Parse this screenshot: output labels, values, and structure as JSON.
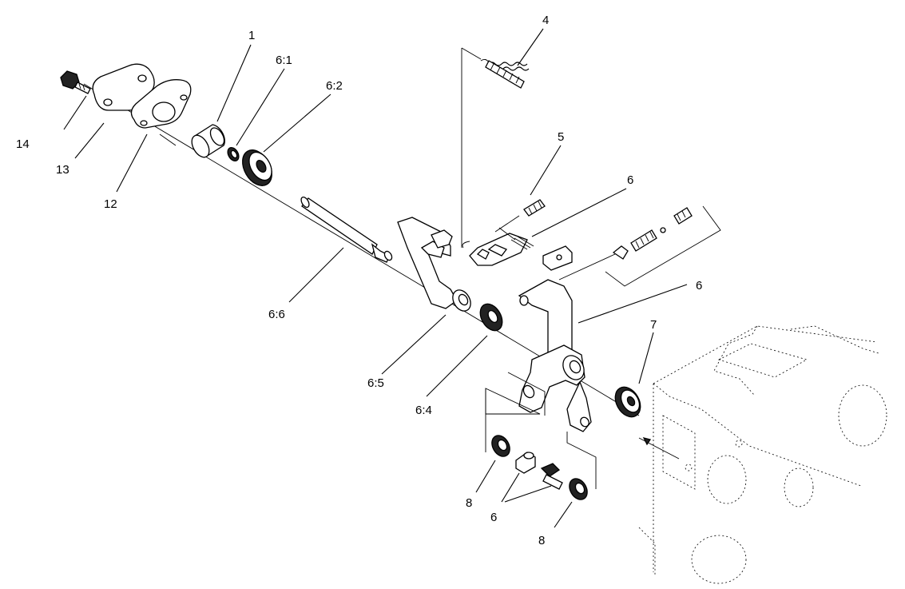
{
  "callouts": {
    "c1": "1",
    "c6_1": "6:1",
    "c6_2": "6:2",
    "c4": "4",
    "c5": "5",
    "c6_a": "6",
    "c6_b": "6",
    "c14": "14",
    "c13": "13",
    "c12": "12",
    "c6_6": "6:6",
    "c6_5": "6:5",
    "c6_4": "6:4",
    "c7": "7",
    "c8_a": "8",
    "c6_c": "6",
    "c8_b": "8"
  }
}
